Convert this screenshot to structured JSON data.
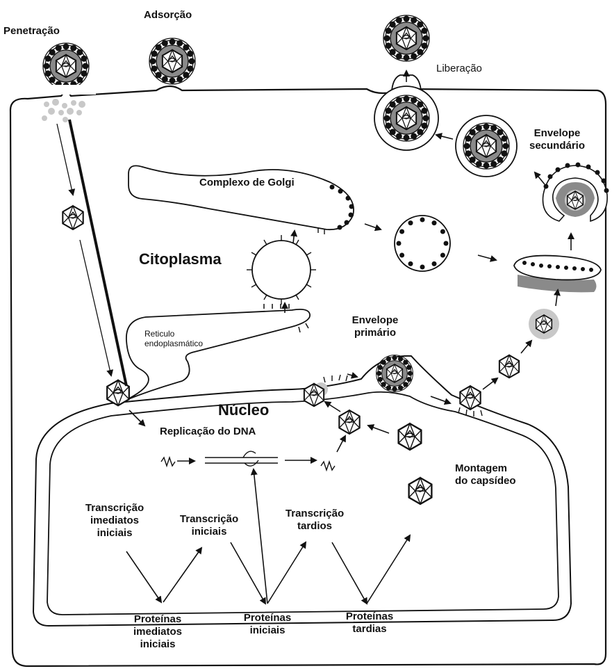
{
  "labels": {
    "penetracao": "Penetração",
    "adsorcao": "Adsorção",
    "liberacao": "Liberação",
    "envelope_secundario": [
      "Envelope",
      "secundário"
    ],
    "complexo_golgi": "Complexo de Golgi",
    "citoplasma": "Citoplasma",
    "reticulo": [
      "Reticulo",
      "endoplasmático"
    ],
    "envelope_primario": [
      "Envelope",
      "primário"
    ],
    "nucleo": "Núcleo",
    "replicacao_dna": "Replicação do DNA",
    "montagem_capsideo": [
      "Montagem",
      "do capsídeo"
    ],
    "transcricao_imediatos": [
      "Transcrição",
      "imediatos",
      "iniciais"
    ],
    "transcricao_iniciais": [
      "Transcrição",
      "iniciais"
    ],
    "transcricao_tardios": [
      "Transcrição",
      "tardios"
    ],
    "proteinas_imediatos": [
      "Proteínas",
      "imediatos",
      "iniciais"
    ],
    "proteinas_iniciais": [
      "Proteínas",
      "iniciais"
    ],
    "proteinas_tardias": [
      "Proteínas",
      "tardias"
    ]
  },
  "colors": {
    "stroke": "#111111",
    "envelope_gray": "#8a8a8a",
    "light_gray": "#c8c8c8"
  }
}
